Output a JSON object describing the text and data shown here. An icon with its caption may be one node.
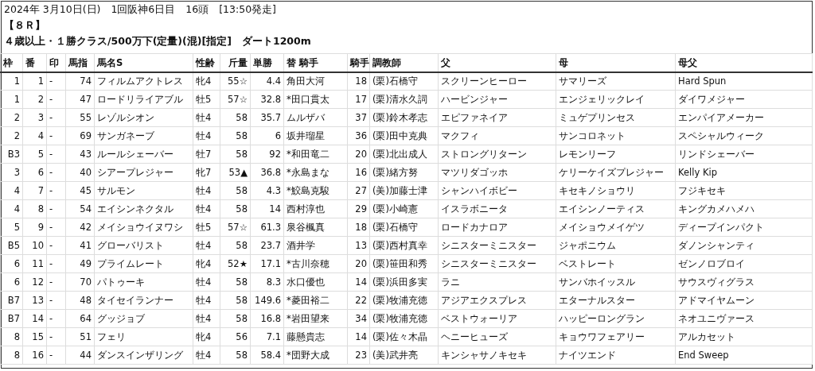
{
  "diagram": {
    "labels": [
      "2024年 3月10日(日)　1回阪神6日目　16頭　[13:50発走]",
      "【８Ｒ】",
      "４歳以上・１勝クラス/500万下(定量)(混)[指定]　ダート1200m",
      "枠",
      "番",
      "印",
      "馬指",
      "馬名S",
      "性齢",
      "斤量",
      "単勝",
      "替 騎手",
      "騎手",
      "調教師",
      "父",
      "母",
      "母父",
      "1",
      "1",
      "-",
      "74",
      "フィルムアクトレス",
      "牝4",
      "55☆",
      "4.4",
      "角田大河",
      "18",
      "(栗)石橋守",
      "スクリーンヒーロー",
      "サマリーズ",
      "Hard Spun",
      "1",
      "2",
      "-",
      "47",
      "ロードリライアブル",
      "牡5",
      "57☆",
      "32.8",
      "*田口貫太",
      "17",
      "(栗)清水久詞",
      "ハービンジャー",
      "エンジェリックレイ",
      "ダイワメジャー",
      "2",
      "3",
      "-",
      "55",
      "レゾルシオン",
      "牡4",
      "58",
      "35.7",
      "ムルザバ",
      "37",
      "(栗)鈴木孝志",
      "エピファネイア",
      "ミュゲプリンセス",
      "エンパイアメーカー",
      "2",
      "4",
      "-",
      "69",
      "サンガネーブ",
      "牡4",
      "58",
      "6",
      "坂井瑠星",
      "36",
      "(栗)田中克典",
      "マクフィ",
      "サンコロネット",
      "スペシャルウィーク",
      "B3",
      "5",
      "-",
      "43",
      "ルールシェーバー",
      "牡7",
      "58",
      "92",
      "*和田竜二",
      "20",
      "(栗)北出成人",
      "ストロングリターン",
      "レモンリーフ",
      "リンドシェーバー",
      "3",
      "6",
      "-",
      "40",
      "シアープレジャー",
      "牝7",
      "53▲",
      "36.8",
      "*永島まな",
      "16",
      "(栗)緒方努",
      "マツリダゴッホ",
      "ケリーケイズプレジャー",
      "Kelly Kip",
      "4",
      "7",
      "-",
      "45",
      "サルモン",
      "牡4",
      "58",
      "4.3",
      "*鮫島克駿",
      "27",
      "(美)加藤士津",
      "シャンハイボビー",
      "キセキノショウリ",
      "フジキセキ",
      "4",
      "8",
      "-",
      "54",
      "エイシンネクタル",
      "牡4",
      "58",
      "14",
      "西村淳也",
      "29",
      "(栗)小崎憲",
      "イスラボニータ",
      "エイシンノーティス",
      "キングカメハメハ",
      "5",
      "9",
      "-",
      "42",
      "メイショウイヌワシ",
      "牡5",
      "57☆",
      "61.3",
      "泉谷楓真",
      "18",
      "(栗)石橋守",
      "ロードカナロア",
      "メイショウメイゲツ",
      "ディープインパクト",
      "B5",
      "10",
      "-",
      "41",
      "グローバリスト",
      "牡4",
      "58",
      "23.7",
      "酒井学",
      "13",
      "(栗)西村真幸",
      "シニスターミニスター",
      "ジャポニウム",
      "ダノンシャンティ",
      "6",
      "11",
      "-",
      "49",
      "プライムレート",
      "牝4",
      "52★",
      "17.1",
      "*古川奈穂",
      "20",
      "(栗)笹田和秀",
      "シニスターミニスター",
      "ベストレート",
      "ゼンノロブロイ",
      "6",
      "12",
      "-",
      "70",
      "パトゥーキ",
      "牡4",
      "58",
      "8.3",
      "水口優也",
      "14",
      "(栗)浜田多実",
      "ラニ",
      "サンバホイッスル",
      "サウスヴィグラス",
      "B7",
      "13",
      "-",
      "48",
      "タイセイランナー",
      "牡4",
      "58",
      "149.6",
      "*菱田裕二",
      "22",
      "(栗)牧浦充徳",
      "アジアエクスプレス",
      "エターナルスター",
      "アドマイヤムーン",
      "B7",
      "14",
      "-",
      "64",
      "グッジョブ",
      "牡4",
      "58",
      "16.8",
      "*岩田望来",
      "34",
      "(栗)牧浦充徳",
      "ベストウォーリア",
      "ハッピーロングラン",
      "ネオユニヴァース",
      "8",
      "15",
      "-",
      "51",
      "フェリ",
      "牝4",
      "56",
      "7.1",
      "藤懸貴志",
      "14",
      "(栗)佐々木晶",
      "ヘニーヒューズ",
      "キョウワフェアリー",
      "アルカセット",
      "8",
      "16",
      "-",
      "44",
      "ダンスインザリング",
      "牡4",
      "58",
      "58.4",
      "*団野大成",
      "23",
      "(美)武井亮",
      "キンシャサノキセキ",
      "ナイツエンド",
      "End Sweep"
    ]
  }
}
